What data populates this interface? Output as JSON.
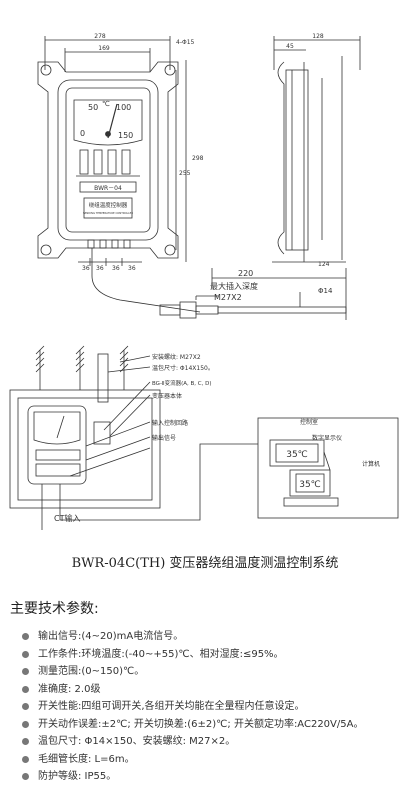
{
  "drawing_top": {
    "dims": {
      "w278": "278",
      "w169": "169",
      "hole": "4-Φ15",
      "h128": "128",
      "h45": "45",
      "h298": "298",
      "h255": "255",
      "h124": "124",
      "b36a": "36",
      "b36b": "36",
      "b36c": "36",
      "b36d": "36"
    },
    "gauge_labels": {
      "n50": "50",
      "unit": "℃",
      "n100": "100",
      "n0": "0",
      "n150": "150"
    },
    "model_plate": "BWR－04",
    "nameplate_line1": "绕组温度控制器",
    "nameplate_line2": "WINDING TEMPERATURE CONTROLLER",
    "probe_depth_value": "220",
    "probe_depth_label": "最大插入深度",
    "thread": "M27X2",
    "diameter": "Φ14"
  },
  "drawing_system": {
    "labels": {
      "mount_thread": "安装螺纹: M27X2",
      "sheath": "温包尺寸: Φ14X150。",
      "ct": "BG-Ⅱ变流器(A, B, C, D)",
      "transformer": "变压器本体",
      "control_loop": "输入控制回路",
      "output_signal": "输出信号",
      "ct_input": "CT输入",
      "control_room": "控制室",
      "digital_display": "数字显示仪",
      "computer": "计算机"
    },
    "display_reading": "35℃",
    "monitor_reading": "35℃"
  },
  "caption": "BWR-04C(TH) 变压器绕组温度测温控制系统",
  "specs_title": "主要技术参数:",
  "specs": [
    "输出信号:(4~20)mA电流信号。",
    "工作条件:环境温度:(-40~+55)℃、相对湿度:≤95%。",
    "测量范围:(0~150)℃。",
    "准确度: 2.0级",
    "开关性能:四组可调开关,各组开关均能在全量程内任意设定。",
    "开关动作误差:±2℃; 开关切换差:(6±2)℃; 开关额定功率:AC220V/5A。",
    "温包尺寸: Φ14×150、安装螺纹: M27×2。",
    "毛细管长度: L=6m。",
    "防护等级: IP55。"
  ]
}
